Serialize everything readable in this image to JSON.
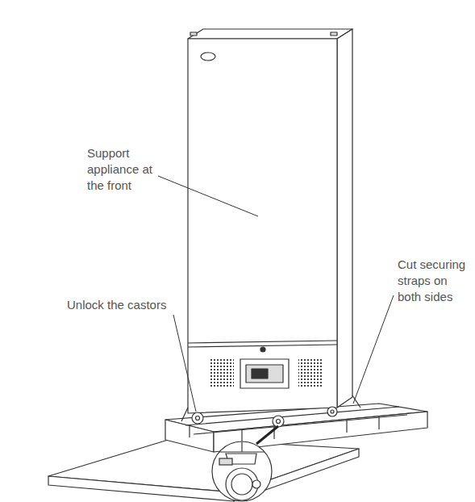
{
  "diagram": {
    "labels": [
      "Support appliance at the front",
      "Unlock the castors",
      "Cut securing straps on both sides"
    ]
  }
}
